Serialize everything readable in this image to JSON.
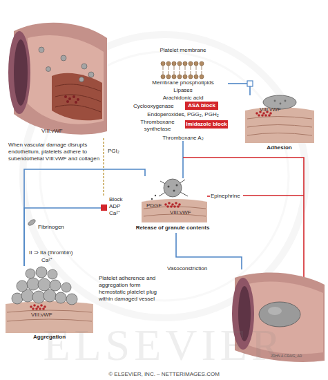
{
  "diagram": {
    "nodes": [
      {
        "text": [
          "VIII:vWF"
        ]
      },
      {
        "text": [
          "VIII:vWF",
          "Adhesion"
        ]
      },
      {
        "text": [
          "ASA block"
        ]
      },
      {
        "text": [
          "Imidazole block"
        ]
      },
      {
        "text": [
          "PDGF",
          "VIII:vWF",
          "Release of granule contents"
        ]
      },
      {
        "text": [
          "Block ADP Ca²⁺"
        ]
      },
      {
        "text": [
          "VIII:vWF",
          "Aggregation"
        ]
      },
      {
        "text": [
          "Vasoconstriction"
        ]
      }
    ],
    "edges": [
      {
        "from": 0,
        "to": 5,
        "label": "PGI₂",
        "arrow": "none"
      },
      {
        "from": 4,
        "to": 6,
        "arrow": "none"
      },
      {
        "from": 5,
        "to": 6,
        "arrow": "none"
      },
      {
        "from": 4,
        "to": 7,
        "arrow": "none"
      }
    ],
    "labels": [
      "Platelet membrane",
      "Membrane phospholipids",
      "Lipases",
      "Arachidonic acid",
      "Cyclooxygenase",
      "Endoperoxides, PGG₂, PGH₂",
      "Thromboxane synthetase",
      "Thromboxane A₂",
      "When vascular damage disrupts endothelium, platelets adhere to subendothelial VIII:vWF and collagen",
      "Fibrinogen",
      "Epinephrine",
      "II ⇒ IIa (thrombin)",
      "Ca²⁺",
      "Platelet adherence and aggregation form hemostatic platelet plug within damaged vessel",
      "ELSEVIER",
      "JOHN A.CRAIG_AD",
      "© ELSEVIER, INC. – NETTERIMAGES.COM"
    ]
  }
}
